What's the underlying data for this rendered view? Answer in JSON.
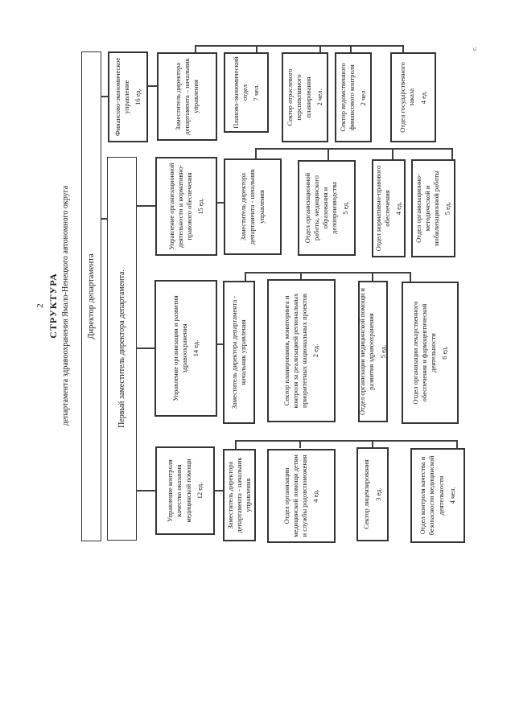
{
  "page": {
    "number": "2",
    "title": "СТРУКТУРА",
    "subtitle": "департамента здравоохранения Ямало-Ненецкого автономного округа",
    "corner_mark": "с."
  },
  "director": {
    "label": "Директор департамента"
  },
  "first_deputy": {
    "label": "Первый заместитель директора департамента."
  },
  "branches": [
    {
      "unit": {
        "label": "Управление контроля качества оказания медицинской помощи",
        "count": "12 ед."
      },
      "deputy": {
        "label": "Заместитель директора департамента - начальник управления"
      },
      "departments": [
        {
          "label": "Отдел организации медицинской помощи детям и службы родовспоможения",
          "count": "4 ед."
        },
        {
          "label": "Сектор лицензирования",
          "count": "3 ед."
        },
        {
          "label": "Отдел контроля качества и безопасности медицинской деятельности",
          "count": "4 чел."
        }
      ]
    },
    {
      "unit": {
        "label": "Управление организации и развития здравоохранения",
        "count": "14 ед."
      },
      "deputy": {
        "label": "Заместитель директора департамента - начальник управления"
      },
      "departments": [
        {
          "label": "Сектор планирования, мониторинга и контроля за реализацией региональных приоритетных национальных проектов",
          "count": "2 ед."
        },
        {
          "label": "Отдел организации медицинской помощи и развития здравоохранения",
          "count": "5 ед."
        },
        {
          "label": "Отдел организации лекарственного обеспечения и фармацевтической деятельности",
          "count": "6 ед."
        }
      ]
    },
    {
      "unit": {
        "label": "Управление организационной деятельности и нормативно-правового обеспечения",
        "count": "15 ед."
      },
      "deputy": {
        "label": "Заместитель директора департамента - начальник управления"
      },
      "departments": [
        {
          "label": "Отдел организационной работы, медицинского образования и делопроизводства",
          "count": "5 ед."
        },
        {
          "label": "Отдел нормативно-правового обеспечения",
          "count": "4 ед."
        },
        {
          "label": "Отдел организационно-методической и мобилизационной работы",
          "count": "5 ед."
        }
      ]
    },
    {
      "unit": {
        "label": "Финансово-экономическое управление",
        "count": "16 ед."
      },
      "deputy": {
        "label": "Заместитель директора департамента – начальник управления"
      },
      "departments": [
        {
          "label": "Планово-экономический отдел",
          "count": "7 чел."
        },
        {
          "label": "Сектор отраслевого перспективного планирования",
          "count": "2 чел."
        },
        {
          "label": "Сектор ведомственного финансового контроля",
          "count": "2 чел."
        },
        {
          "label": "Отдел государственного заказа",
          "count": "4 ед."
        }
      ]
    }
  ],
  "colors": {
    "background": "#ffffff",
    "box_border": "#343434",
    "connector": "#3f3f3f",
    "text": "#1d1d1d"
  }
}
